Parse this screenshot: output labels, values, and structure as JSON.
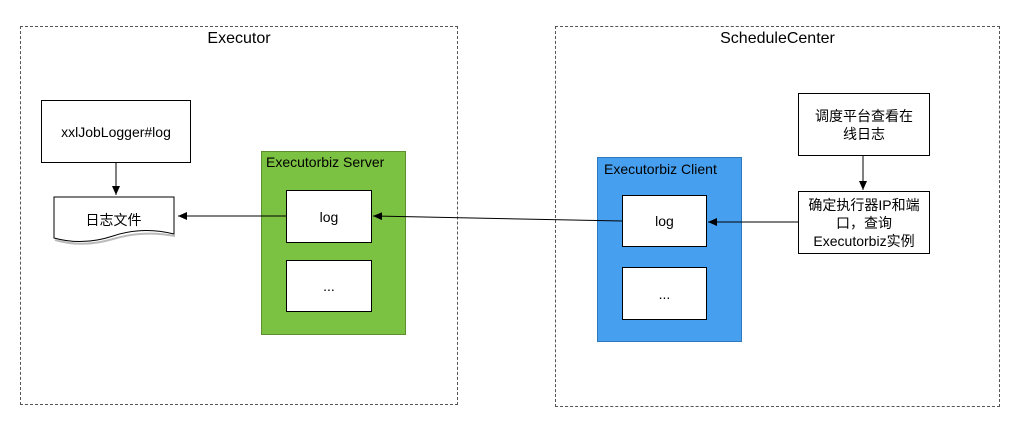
{
  "executor": {
    "title": "Executor",
    "logger_label": "xxlJobLogger#log",
    "log_file_label": "日志文件",
    "server": {
      "title": "Executorbiz Server",
      "log_label": "log",
      "more_label": "..."
    }
  },
  "schedule_center": {
    "title": "ScheduleCenter",
    "view_log_label": "调度平台查看在线日志",
    "determine_label": "确定执行器IP和端口，查询Executorbiz实例",
    "client": {
      "title": "Executorbiz Client",
      "log_label": "log",
      "more_label": "..."
    }
  }
}
